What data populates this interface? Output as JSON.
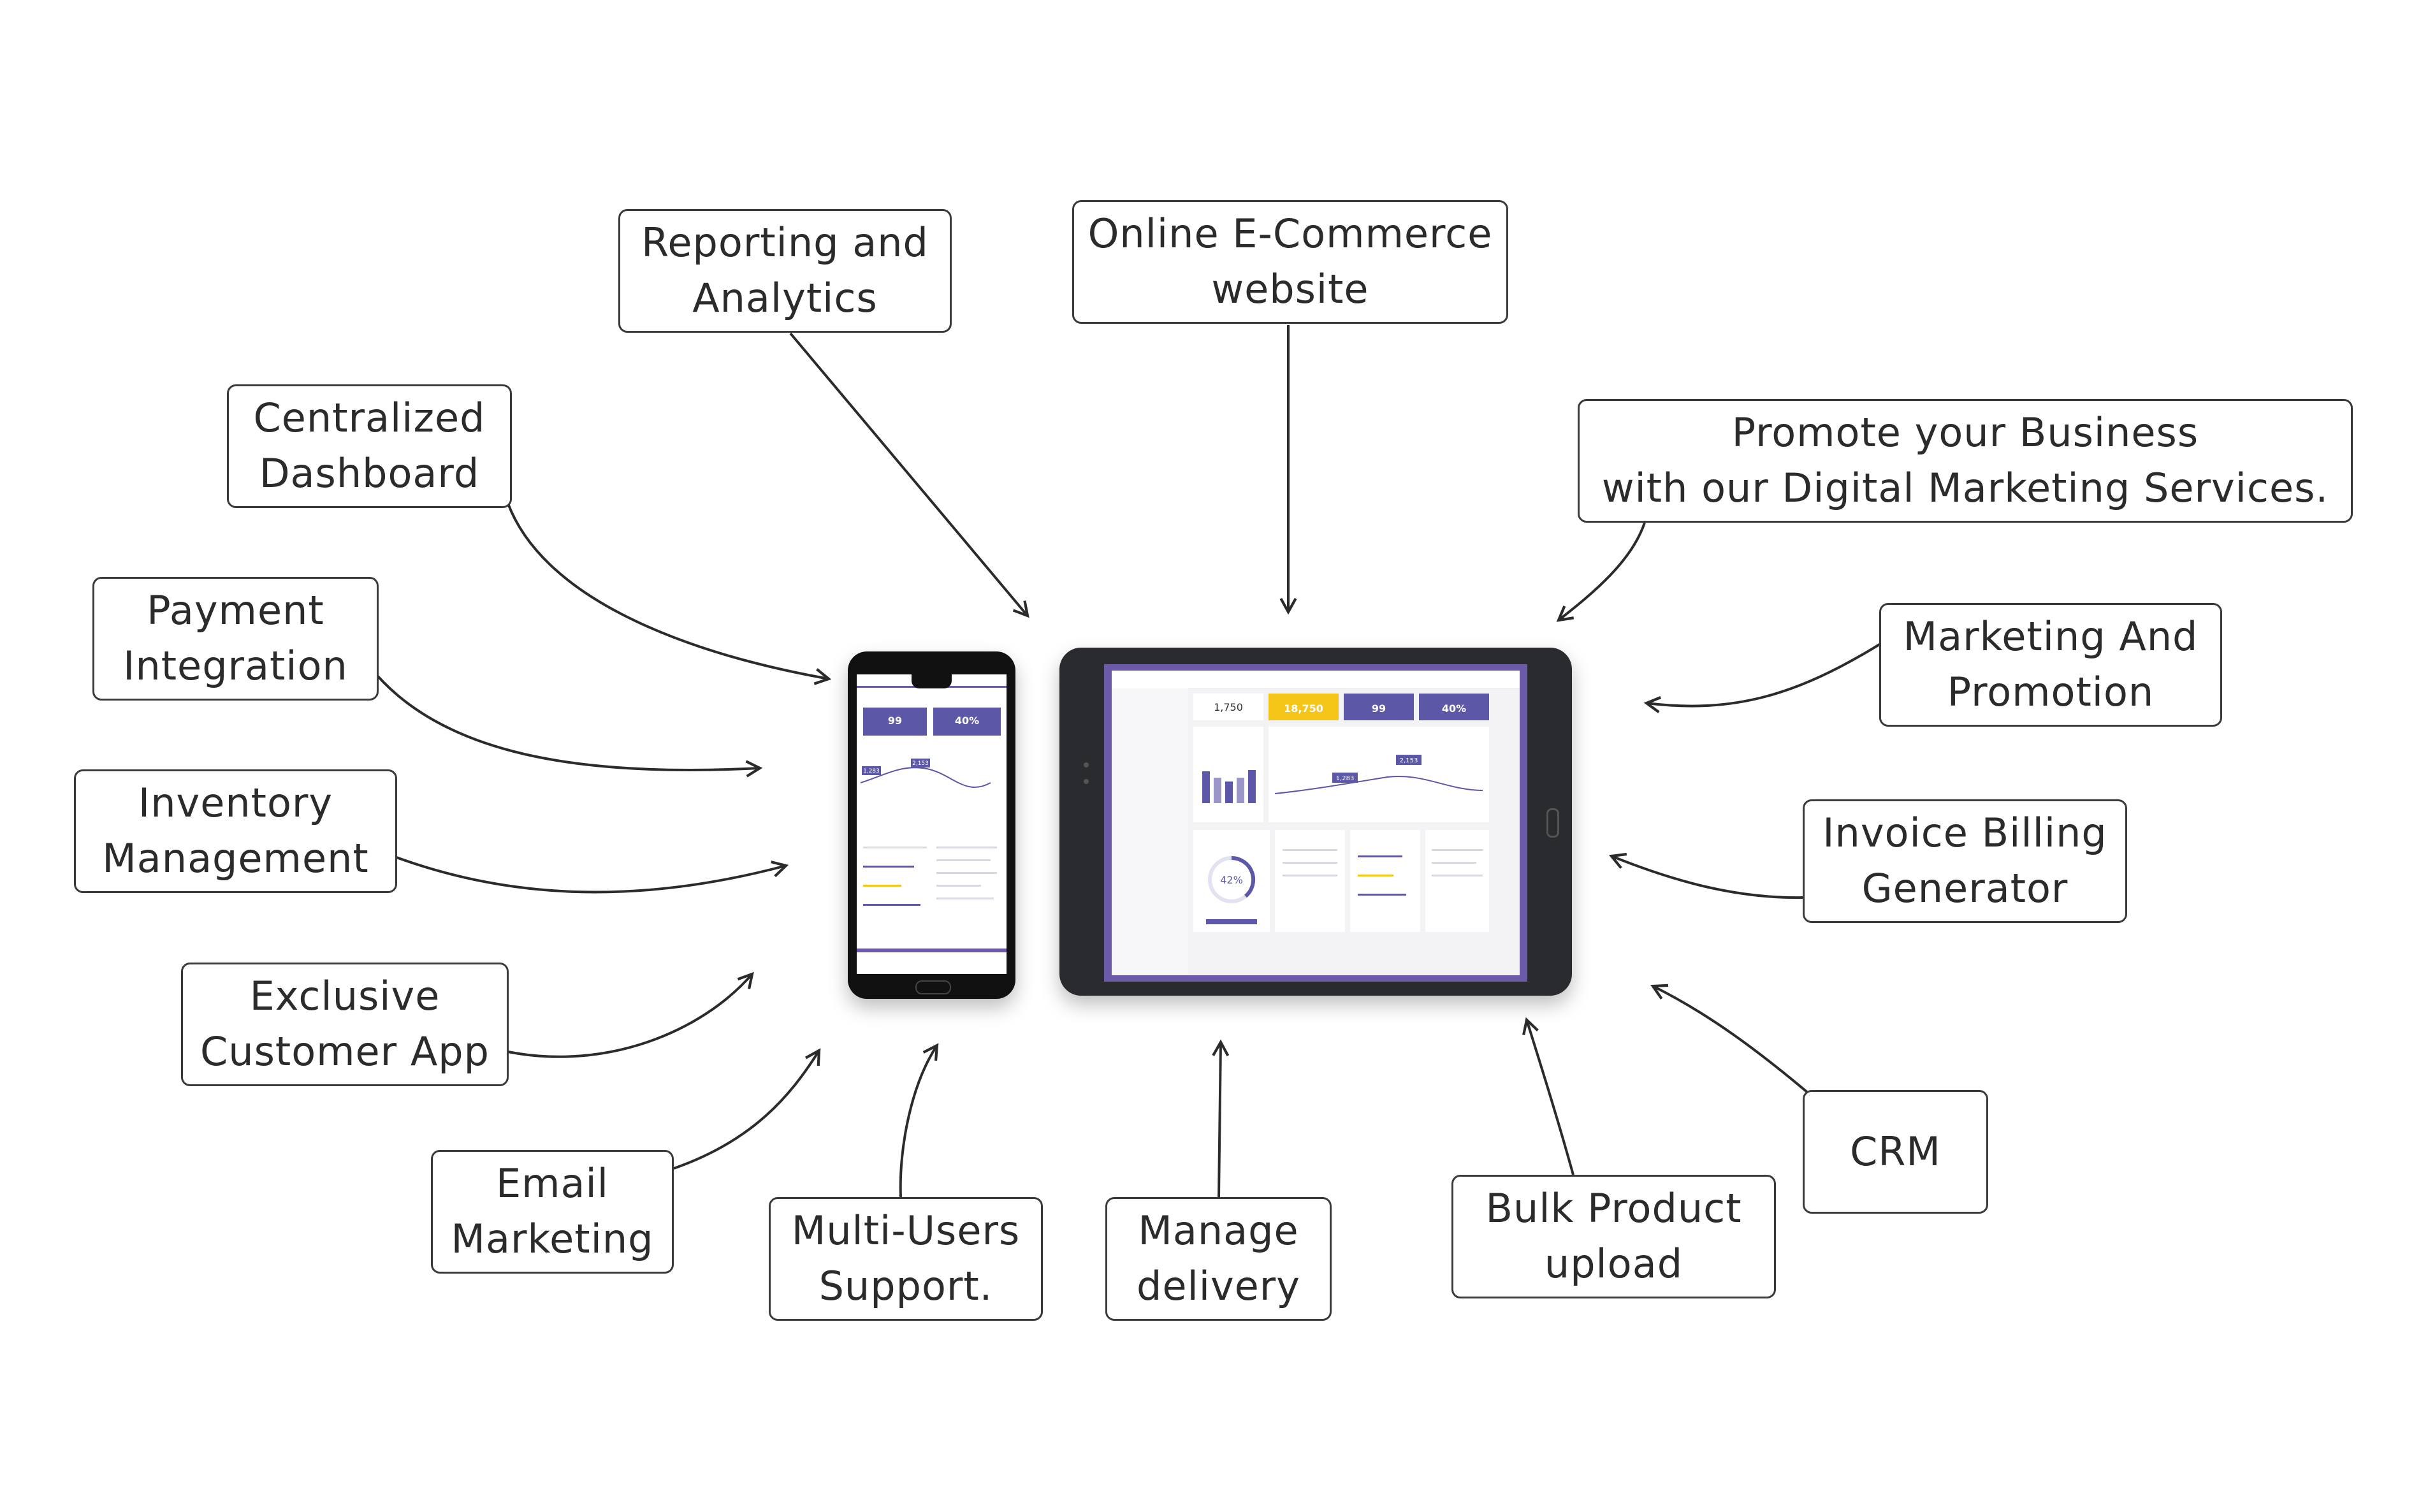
{
  "features": {
    "reporting": "Reporting and\nAnalytics",
    "ecommerce": "Online E-Commerce\nwebsite",
    "promote": "Promote your Business\nwith our Digital Marketing Services.",
    "dashboard": "Centralized\nDashboard",
    "payment": "Payment\nIntegration",
    "inventory": "Inventory\nManagement",
    "customer_app": "Exclusive\nCustomer App",
    "email": "Email\nMarketing",
    "multi_users": "Multi-Users\nSupport.",
    "delivery": "Manage\ndelivery",
    "bulk_upload": "Bulk Product\nupload",
    "crm": "CRM",
    "invoice": "Invoice Billing\nGenerator",
    "marketing": "Marketing And\nPromotion"
  },
  "devices": {
    "phone": {
      "card_1_value": "99",
      "card_2_value": "40%",
      "chart_label_1": "1,283",
      "chart_label_2": "2,153"
    },
    "tablet": {
      "card_1_value": "1,750",
      "card_2_value": "18,750",
      "card_3_value": "99",
      "card_4_value": "40%",
      "chart_label_1": "1,283",
      "chart_label_2": "2,153",
      "gauge_value": "42%"
    }
  },
  "colors": {
    "accent": "#5c57a6",
    "highlight": "#f5c518",
    "text": "#2b2b2b"
  }
}
